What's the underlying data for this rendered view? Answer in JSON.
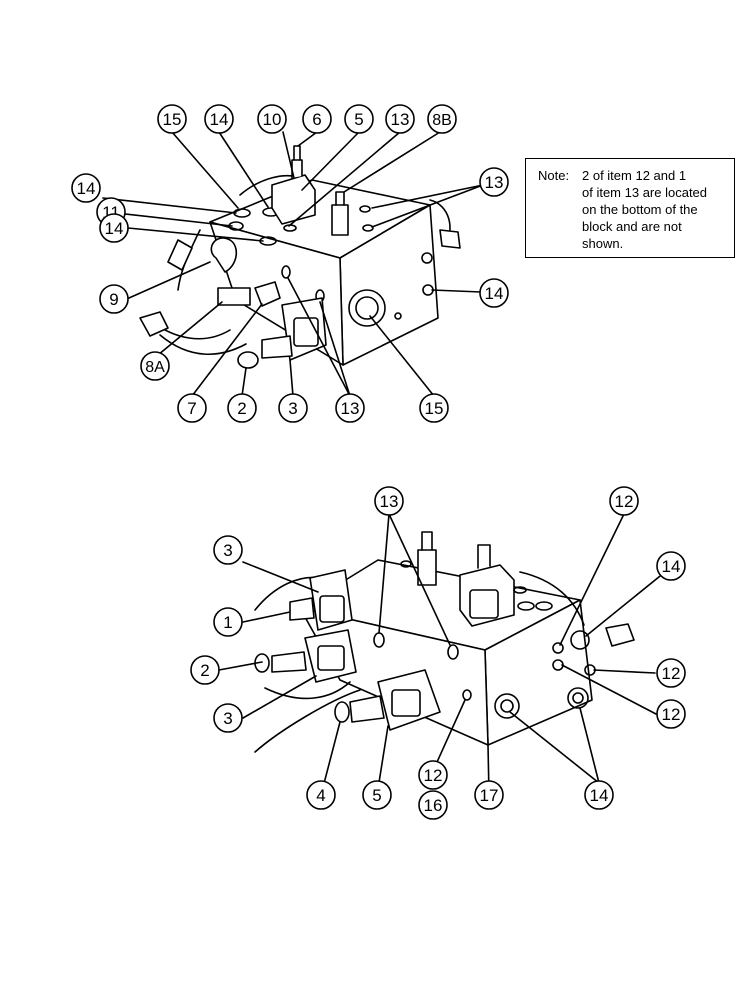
{
  "top_view": {
    "callouts": [
      "15",
      "14",
      "10",
      "6",
      "5",
      "13",
      "8B",
      "14",
      "11",
      "13",
      "14",
      "9",
      "8A",
      "7",
      "2",
      "3",
      "13",
      "15",
      "14"
    ]
  },
  "bottom_view": {
    "callouts": [
      "13",
      "12",
      "3",
      "14",
      "1",
      "2",
      "12",
      "3",
      "12",
      "4",
      "5",
      "12",
      "16",
      "17",
      "14"
    ]
  },
  "note": {
    "prefix": "Note:",
    "lines": [
      "2 of item 12 and 1",
      "of item 13 are located",
      "on the bottom of the",
      "block and are not",
      "shown."
    ]
  }
}
